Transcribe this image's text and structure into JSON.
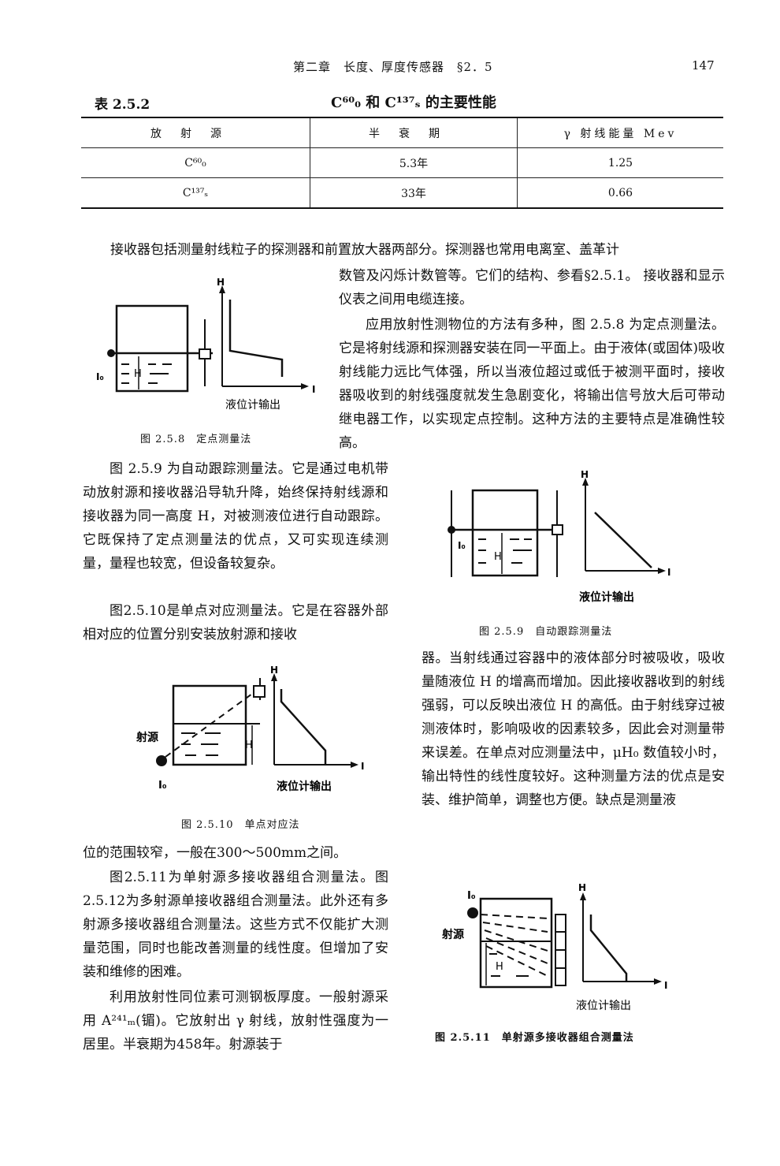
{
  "header": {
    "running_title": "第二章　长度、厚度传感器　§2．5",
    "page_number": "147"
  },
  "table": {
    "caption_label": "表 2.5.2",
    "title": "C⁶⁰₀ 和 C¹³⁷ₛ 的主要性能",
    "columns": [
      "放射源",
      "半衰期",
      "γ 射线能量 Mev"
    ],
    "rows": [
      {
        "source": "C⁶⁰₀",
        "half_life": "5.3年",
        "energy": "1.25"
      },
      {
        "source": "C¹³⁷ₛ",
        "half_life": "33年",
        "energy": "0.66"
      }
    ]
  },
  "body": {
    "p1_full": "接收器包括测量射线粒子的探测器和前置放大器两部分。探测器也常用电离室、盖革计",
    "p1_right": "数管及闪烁计数管等。它们的结构、参看§2.5.1。 接收器和显示仪表之间用电缆连接。",
    "p2_right": "应用放射性测物位的方法有多种，图 2.5.8 为定点测量法。它是将射线源和探测器安装在同一平面上。由于液体(或固体)吸收射线能力远比气体强，所以当液位超过或低于被测平面时，接收器吸收到的射线强度就发生急剧变化，将输出信号放大后可带动继电器工作，以实现定点控制。这种方法的主要特点是准确性较高。",
    "p3_left": "图 2.5.9 为自动跟踪测量法。它是通过电机带动放射源和接收器沿导轨升降，始终保持射线源和接收器为同一高度 H，对被测液位进行自动跟踪。它既保持了定点测量法的优点，又可实现连续测量，量程也较宽，但设备较复杂。",
    "p4_left": "图2.5.10是单点对应测量法。它是在容器外部相对应的位置分别安装放射源和接收",
    "p4_right": "器。当射线通过容器中的液体部分时被吸收，吸收量随液位 H 的增高而增加。因此接收器收到的射线强弱，可以反映出液位 H 的高低。由于射线穿过被测液体时，影响吸收的因素较多，因此会对测量带来误差。在单点对应测量法中，μH₀ 数值较小时，输出特性的线性度较好。这种测量方法的优点是安装、维护简单，调整也方便。缺点是测量液",
    "p5_left": "位的范围较窄，一般在300～500mm之间。",
    "p6_left": "图2.5.11为单射源多接收器组合测量法。图2.5.12为多射源单接收器组合测量法。此外还有多射源多接收器组合测量法。这些方式不仅能扩大测量范围，同时也能改善测量的线性度。但增加了安装和维修的困难。",
    "p7_left": "利用放射性同位素可测钢板厚度。一般射源采用 A²⁴¹ₘ(镅)。它放射出 γ 射线，放射性强度为一居里。半衰期为458年。射源装于"
  },
  "figures": {
    "fig8": {
      "caption": "图 2.5.8　定点测量法",
      "output_label": "液位计输出",
      "axis_h": "H",
      "axis_i": "I",
      "source_label": "I₀",
      "height_label": "H"
    },
    "fig9": {
      "caption": "图 2.5.9　自动跟踪测量法",
      "output_label": "液位计输出",
      "axis_h": "H",
      "axis_i": "I",
      "source_label": "I₀",
      "height_label": "H"
    },
    "fig10": {
      "caption": "图 2.5.10　单点对应法",
      "output_label": "液位计输出",
      "axis_h": "H",
      "axis_i": "I",
      "source_label": "射源",
      "source_sub": "I₀",
      "height_label": "H"
    },
    "fig11": {
      "caption": "图 2.5.11　单射源多接收器组合测量法",
      "output_label": "液位计输出",
      "axis_h": "H",
      "axis_i": "I",
      "source_label": "射源",
      "source_sub": "I₀",
      "height_label": "H"
    }
  }
}
